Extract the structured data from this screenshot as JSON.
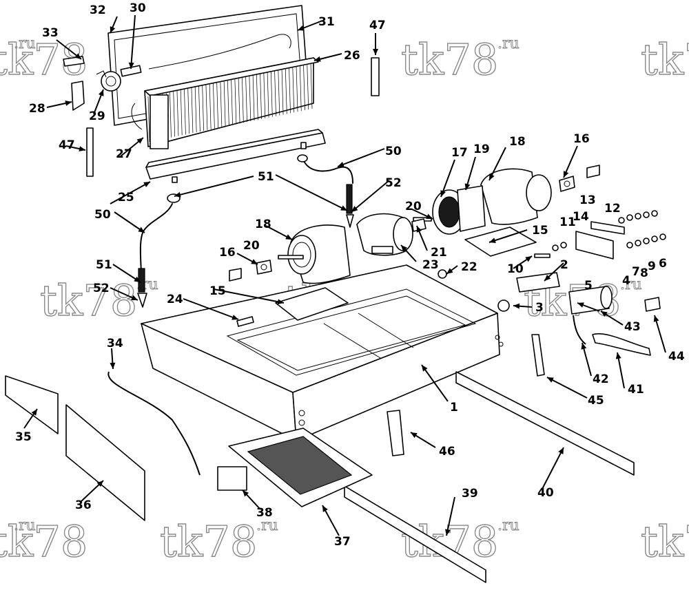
{
  "watermark": {
    "text": "tk78",
    "suffix": ".ru"
  },
  "callouts": [
    "1",
    "2",
    "3",
    "4",
    "5",
    "6",
    "7",
    "8",
    "9",
    "10",
    "11",
    "12",
    "13",
    "14",
    "15",
    "16",
    "17",
    "18",
    "19",
    "20",
    "21",
    "22",
    "23",
    "24",
    "25",
    "26",
    "27",
    "28",
    "29",
    "30",
    "31",
    "32",
    "33",
    "34",
    "35",
    "36",
    "37",
    "38",
    "39",
    "40",
    "41",
    "42",
    "43",
    "44",
    "45",
    "46",
    "47",
    "50",
    "51",
    "52"
  ]
}
